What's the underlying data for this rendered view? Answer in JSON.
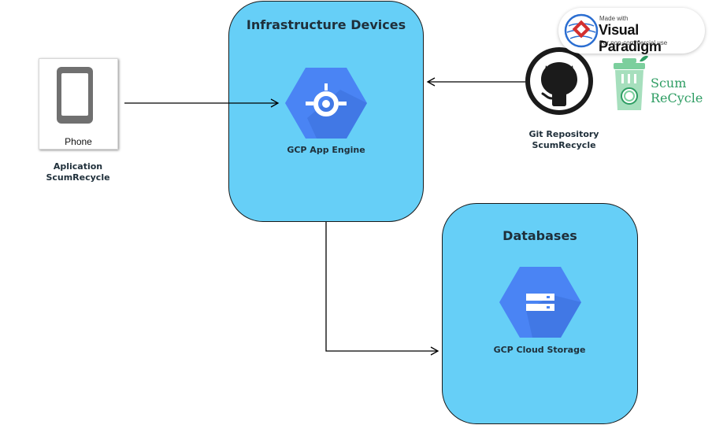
{
  "containers": {
    "infrastructure": {
      "title": "Infrastructure Devices"
    },
    "databases": {
      "title": "Databases"
    }
  },
  "nodes": {
    "phone": {
      "caption": "Phone",
      "label_line1": "Aplication",
      "label_line2": "ScumRecycle",
      "icon": "phone-icon"
    },
    "app_engine": {
      "label": "GCP App Engine",
      "icon": "gcp-app-engine-icon"
    },
    "cloud_storage": {
      "label": "GCP Cloud Storage",
      "icon": "gcp-cloud-storage-icon"
    },
    "git_repo": {
      "label_line1": "Git Repository",
      "label_line2": "ScumRecycle",
      "icon": "github-icon"
    }
  },
  "logos": {
    "scum_recycle": {
      "line1": "Scum",
      "line2": "ReCycle",
      "icon": "recycle-bin-icon"
    },
    "watermark": {
      "made_with": "Made with",
      "brand": "Visual Paradigm",
      "note": "For non-commercial use",
      "icon": "visual-paradigm-logo-icon"
    }
  },
  "edges": [
    {
      "from": "phone",
      "to": "app_engine"
    },
    {
      "from": "git_repo",
      "to": "app_engine"
    },
    {
      "from": "app_engine",
      "to": "cloud_storage"
    }
  ],
  "colors": {
    "container_fill": "#66cff7",
    "gcp_blue": "#4a84f4",
    "gcp_shadow": "#3a6fd8",
    "scum_green": "#2e9d63"
  }
}
